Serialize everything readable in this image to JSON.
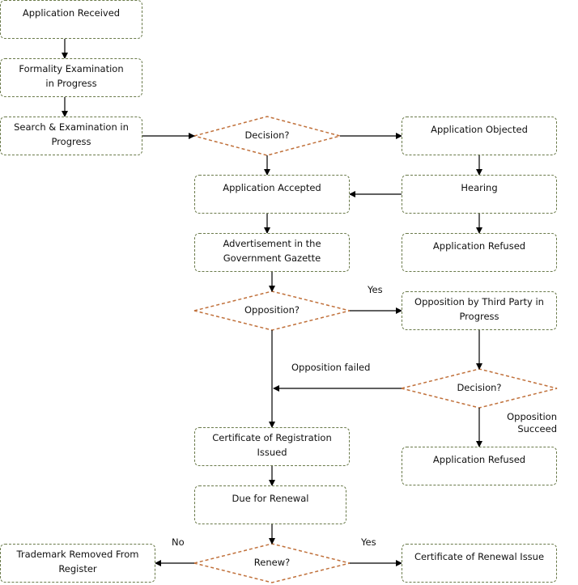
{
  "nodes": {
    "application_received": "Application Received",
    "formality_exam": "Formality Examination in Progress",
    "search_exam": "Search & Examination in Progress",
    "decision1": "Decision?",
    "application_objected": "Application Objected",
    "application_accepted": "Application Accepted",
    "hearing": "Hearing",
    "advertisement": "Advertisement in the Government Gazette",
    "application_refused1": "Application Refused",
    "opposition": "Opposition?",
    "opposition_third_party": "Opposition by Third Party in Progress",
    "decision2": "Decision?",
    "certificate_registration": "Certificate of Registration Issued",
    "application_refused2": "Application Refused",
    "due_renewal": "Due for Renewal",
    "renew": "Renew?",
    "trademark_removed": "Trademark Removed From Register",
    "certificate_renewal": "Certificate of Renewal Issue"
  },
  "edge_labels": {
    "yes_opposition": "Yes",
    "opposition_failed": "Opposition failed",
    "opposition_succeed": "Opposition Succeed",
    "no_renew": "No",
    "yes_renew": "Yes"
  },
  "colors": {
    "box_border": "#6a7a4a",
    "diamond_border": "#c0703a",
    "arrow": "#000000"
  }
}
